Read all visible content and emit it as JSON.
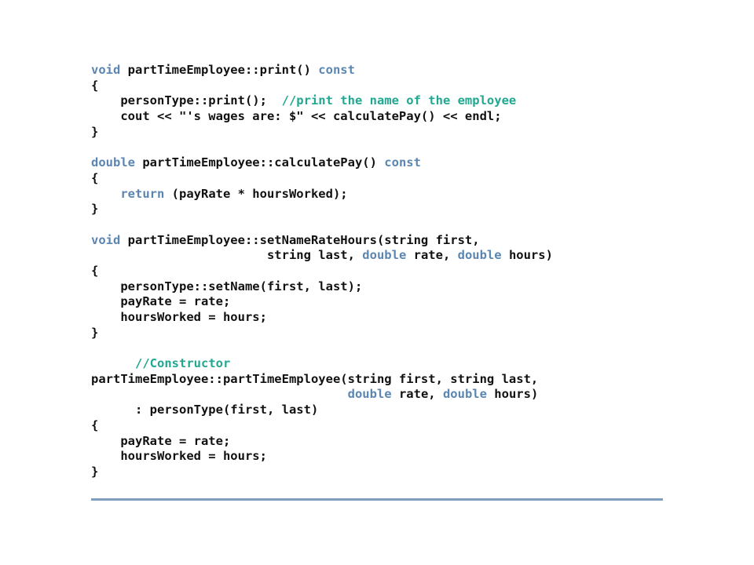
{
  "code_lines": [
    [
      {
        "t": "void",
        "k": "keyword"
      },
      {
        "t": " partTimeEmployee::print() "
      },
      {
        "t": "const",
        "k": "keyword"
      }
    ],
    [
      {
        "t": "{"
      }
    ],
    [
      {
        "t": "    personType::print();  "
      },
      {
        "t": "//print the name of the employee",
        "k": "comment"
      }
    ],
    [
      {
        "t": "    cout << \"'s wages are: $\" << calculatePay() << endl;"
      }
    ],
    [
      {
        "t": "}"
      }
    ],
    [],
    [
      {
        "t": "double",
        "k": "keyword"
      },
      {
        "t": " partTimeEmployee::calculatePay() "
      },
      {
        "t": "const",
        "k": "keyword"
      }
    ],
    [
      {
        "t": "{"
      }
    ],
    [
      {
        "t": "    "
      },
      {
        "t": "return",
        "k": "keyword"
      },
      {
        "t": " (payRate * hoursWorked);"
      }
    ],
    [
      {
        "t": "}"
      }
    ],
    [],
    [
      {
        "t": "void",
        "k": "keyword"
      },
      {
        "t": " partTimeEmployee::setNameRateHours(string first,"
      }
    ],
    [
      {
        "t": "                        string last, "
      },
      {
        "t": "double",
        "k": "keyword"
      },
      {
        "t": " rate, "
      },
      {
        "t": "double",
        "k": "keyword"
      },
      {
        "t": " hours)"
      }
    ],
    [
      {
        "t": "{"
      }
    ],
    [
      {
        "t": "    personType::setName(first, last);"
      }
    ],
    [
      {
        "t": "    payRate = rate;"
      }
    ],
    [
      {
        "t": "    hoursWorked = hours;"
      }
    ],
    [
      {
        "t": "}"
      }
    ],
    [],
    [
      {
        "t": "      "
      },
      {
        "t": "//Constructor",
        "k": "comment"
      }
    ],
    [
      {
        "t": "partTimeEmployee::partTimeEmployee(string first, string last,"
      }
    ],
    [
      {
        "t": "                                   "
      },
      {
        "t": "double",
        "k": "keyword"
      },
      {
        "t": " rate, "
      },
      {
        "t": "double",
        "k": "keyword"
      },
      {
        "t": " hours)"
      }
    ],
    [
      {
        "t": "      : personType(first, last)"
      }
    ],
    [
      {
        "t": "{"
      }
    ],
    [
      {
        "t": "    payRate = rate;"
      }
    ],
    [
      {
        "t": "    hoursWorked = hours;"
      }
    ],
    [
      {
        "t": "}"
      }
    ]
  ],
  "colors": {
    "keyword": "#5b86b2",
    "comment": "#22a790",
    "plain": "#111111",
    "rule": "#7f9fbf"
  }
}
